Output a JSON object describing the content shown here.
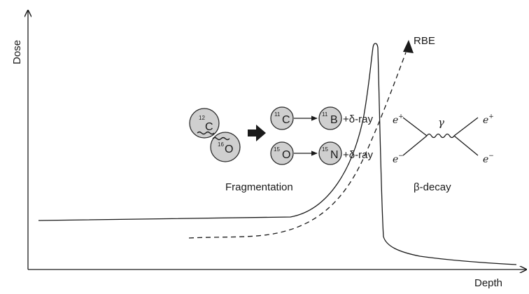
{
  "axes": {
    "y_label": "Dose",
    "x_label": "Depth"
  },
  "labels": {
    "rbe": "RBE",
    "fragmentation": "Fragmentation",
    "beta_decay": "β-decay"
  },
  "nuclei": {
    "projectile": {
      "mass": "12",
      "symbol": "C"
    },
    "target": {
      "mass": "16",
      "symbol": "O"
    }
  },
  "reactions": [
    {
      "from_mass": "11",
      "from_symbol": "C",
      "to_mass": "11",
      "to_symbol": "B",
      "product": "+δ-ray"
    },
    {
      "from_mass": "15",
      "from_symbol": "O",
      "to_mass": "15",
      "to_symbol": "N",
      "product": "+δ-ray"
    }
  ],
  "feynman": {
    "e_plus_left": "e",
    "e_minus_left": "e",
    "e_plus_right": "e",
    "e_minus_right": "e",
    "plus_sign": "+",
    "minus_sign": "−",
    "photon": "γ"
  }
}
